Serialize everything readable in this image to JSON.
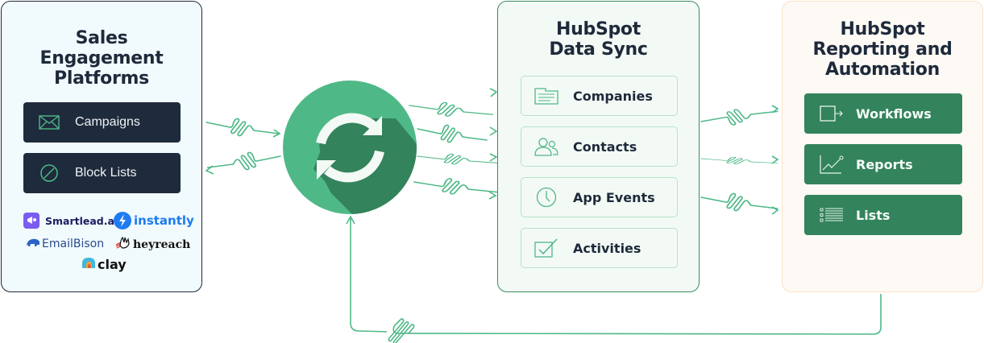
{
  "colors": {
    "dark_navy": "#1e2b3c",
    "accent_green": "#4fb887",
    "dark_green": "#33835c",
    "connector_green": "#4fb887",
    "left_panel_bg": "#f1fafd",
    "mid_panel_bg": "#f3faf5",
    "right_panel_bg": "#fdf9f4",
    "right_panel_border": "#fbe3c6"
  },
  "left_panel": {
    "title_lines": [
      "Sales",
      "Engagement",
      "Platforms"
    ],
    "buttons": [
      {
        "label": "Campaigns",
        "icon": "envelope-icon"
      },
      {
        "label": "Block Lists",
        "icon": "block-icon"
      }
    ],
    "logos": [
      {
        "name": "Smartlead.ai",
        "icon": "megaphone-icon"
      },
      {
        "name": "instantly",
        "icon": "lightning-icon"
      },
      {
        "name": "EmailBison",
        "icon": "bison-icon"
      },
      {
        "name": "heyreach",
        "icon": "hand-icon"
      },
      {
        "name": "clay",
        "icon": "clay-icon"
      }
    ]
  },
  "hub": {
    "icon": "sync-icon"
  },
  "middle_panel": {
    "title_lines": [
      "HubSpot",
      "Data Sync"
    ],
    "items": [
      {
        "label": "Companies",
        "icon": "folder-icon"
      },
      {
        "label": "Contacts",
        "icon": "contacts-icon"
      },
      {
        "label": "App Events",
        "icon": "clock-icon"
      },
      {
        "label": "Activities",
        "icon": "checkbox-icon"
      }
    ]
  },
  "right_panel": {
    "title_lines": [
      "HubSpot",
      "Reporting and",
      "Automation"
    ],
    "items": [
      {
        "label": "Workflows",
        "icon": "workflow-icon"
      },
      {
        "label": "Reports",
        "icon": "chart-icon"
      },
      {
        "label": "Lists",
        "icon": "list-icon"
      }
    ]
  }
}
